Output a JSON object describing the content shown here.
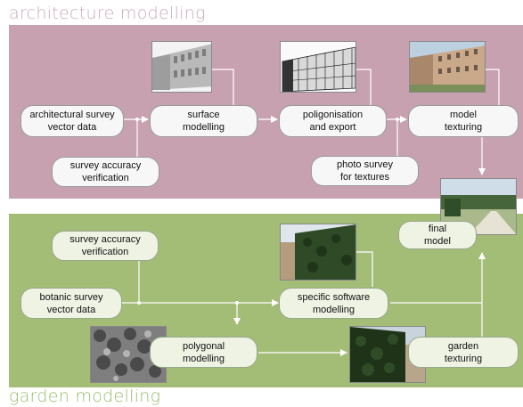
{
  "titles": {
    "architecture": "architecture modelling",
    "garden": "garden modelling"
  },
  "colors": {
    "architecture_band": "#c7a1b0",
    "garden_band": "#a3bd76",
    "arrow": "#ffffff"
  },
  "nodes": {
    "arch_survey": "architectural survey\nvector data",
    "surface": "surface\nmodelling",
    "poligon": "poligonisation\nand export",
    "model_tex": "model\ntexturing",
    "survey_acc_arch": "survey accuracy\nverification",
    "photo_survey": "photo survey\nfor textures",
    "final": "final\nmodel",
    "survey_acc_garden": "survey accuracy\nverification",
    "botanic": "botanic survey\nvector data",
    "specific": "specific software\nmodelling",
    "polygonal": "polygonal\nmodelling",
    "garden_tex": "garden\ntexturing"
  },
  "images": [
    "building-surface-render",
    "building-wireframe-render",
    "building-textured-render",
    "final-garden-render",
    "hedge-model-render",
    "polygonal-foliage-render",
    "textured-hedge-render"
  ]
}
